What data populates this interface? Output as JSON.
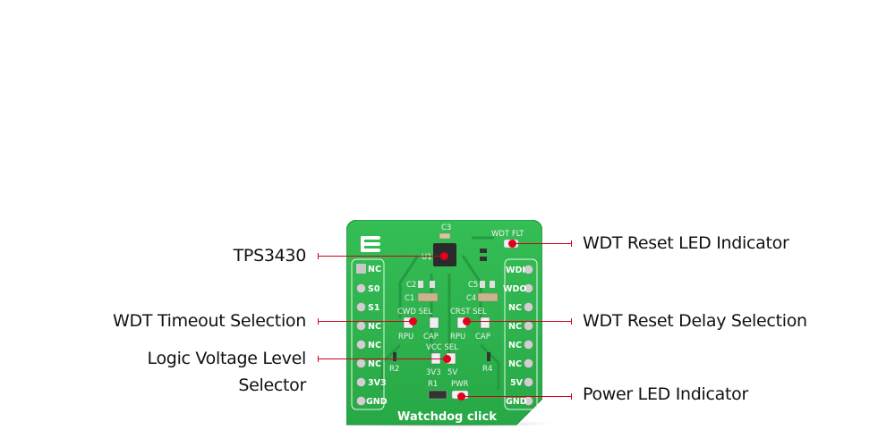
{
  "board": {
    "name": "Watchdog click",
    "color": "#2bb24c",
    "left_pins": [
      "NC",
      "S0",
      "S1",
      "NC",
      "NC",
      "NC",
      "3V3",
      "GND"
    ],
    "right_pins": [
      "WDI",
      "WDO",
      "NC",
      "NC",
      "NC",
      "NC",
      "5V",
      "GND"
    ],
    "silkscreen": {
      "c3": "C3",
      "u1": "U1",
      "wdt_flt": "WDT FLT",
      "c2": "C2",
      "c1": "C1",
      "c5": "C5",
      "c4": "C4",
      "cwd_sel": "CWD SEL",
      "crst_sel": "CRST SEL",
      "rpu_left": "RPU",
      "cap_left": "CAP",
      "rpu_right": "RPU",
      "cap_right": "CAP",
      "vcc_sel": "VCC SEL",
      "r2": "R2",
      "r4": "R4",
      "v3v3": "3V3",
      "v5": "5V",
      "r1": "R1",
      "pwr": "PWR"
    }
  },
  "callouts": {
    "left": [
      {
        "text": "TPS3430"
      },
      {
        "text": "WDT Timeout Selection"
      },
      {
        "text_line1": "Logic Voltage Level",
        "text_line2": "Selector"
      }
    ],
    "right": [
      {
        "text": "WDT Reset LED Indicator"
      },
      {
        "text": "WDT Reset Delay Selection"
      },
      {
        "text": "Power LED Indicator"
      }
    ]
  },
  "colors": {
    "accent": "#e3001b",
    "pcb_green": "#2bb24c",
    "text": "#111111"
  }
}
